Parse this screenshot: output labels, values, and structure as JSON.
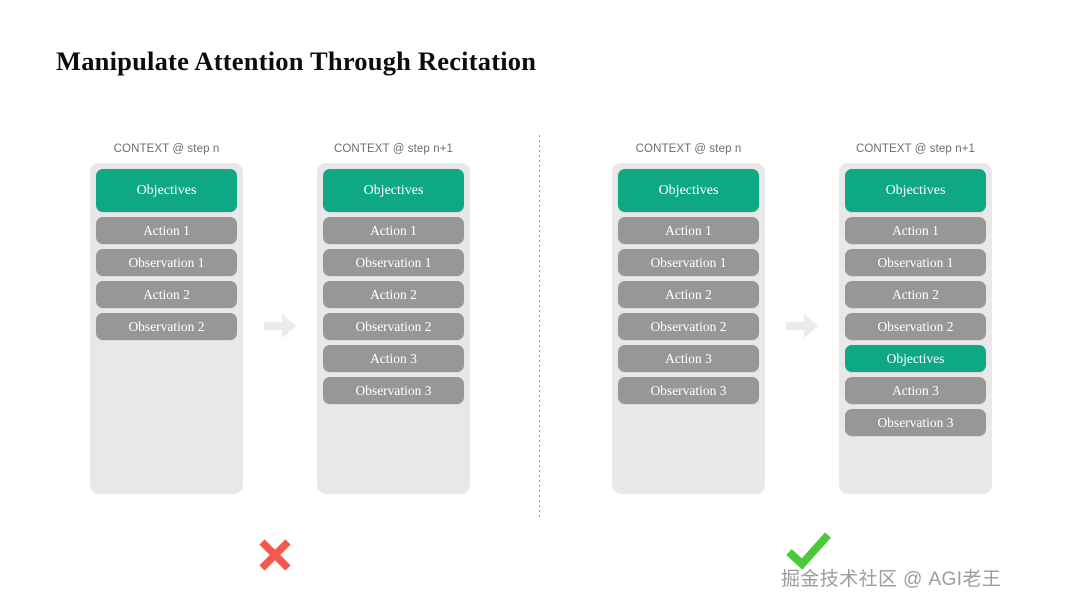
{
  "slide": {
    "title": "Manipulate Attention Through Recitation",
    "watermark": "掘金技术社区 @ AGI老王"
  },
  "colors": {
    "accent_green": "#0fa884",
    "pill_gray": "#979797",
    "panel_bg": "#e8e8e8",
    "cross_red": "#f4594c",
    "check_green": "#4cc93a",
    "header_text": "#6d6d6d",
    "arrow_gray": "#ebebeb"
  },
  "icons": {
    "arrow": "arrow-right-icon",
    "cross": "cross-mark-icon",
    "check": "check-mark-icon"
  },
  "groups": [
    {
      "id": "left",
      "verdict": "cross",
      "columns": [
        {
          "header": "CONTEXT @ step n",
          "items": [
            {
              "label": "Objectives",
              "style": "green"
            },
            {
              "label": "Action 1",
              "style": "gray"
            },
            {
              "label": "Observation 1",
              "style": "gray"
            },
            {
              "label": "Action 2",
              "style": "gray"
            },
            {
              "label": "Observation 2",
              "style": "gray"
            }
          ]
        },
        {
          "header": "CONTEXT @ step n+1",
          "items": [
            {
              "label": "Objectives",
              "style": "green"
            },
            {
              "label": "Action 1",
              "style": "gray"
            },
            {
              "label": "Observation 1",
              "style": "gray"
            },
            {
              "label": "Action 2",
              "style": "gray"
            },
            {
              "label": "Observation 2",
              "style": "gray"
            },
            {
              "label": "Action 3",
              "style": "gray"
            },
            {
              "label": "Observation 3",
              "style": "gray"
            }
          ]
        }
      ]
    },
    {
      "id": "right",
      "verdict": "check",
      "columns": [
        {
          "header": "CONTEXT @ step n",
          "items": [
            {
              "label": "Objectives",
              "style": "green"
            },
            {
              "label": "Action 1",
              "style": "gray"
            },
            {
              "label": "Observation 1",
              "style": "gray"
            },
            {
              "label": "Action 2",
              "style": "gray"
            },
            {
              "label": "Observation 2",
              "style": "gray"
            },
            {
              "label": "Action 3",
              "style": "gray"
            },
            {
              "label": "Observation 3",
              "style": "gray"
            }
          ]
        },
        {
          "header": "CONTEXT @ step n+1",
          "items": [
            {
              "label": "Objectives",
              "style": "green"
            },
            {
              "label": "Action 1",
              "style": "gray"
            },
            {
              "label": "Observation 1",
              "style": "gray"
            },
            {
              "label": "Action 2",
              "style": "gray"
            },
            {
              "label": "Observation 2",
              "style": "gray"
            },
            {
              "label": "Objectives",
              "style": "green-short"
            },
            {
              "label": "Action 3",
              "style": "gray"
            },
            {
              "label": "Observation 3",
              "style": "gray"
            }
          ]
        }
      ]
    }
  ]
}
